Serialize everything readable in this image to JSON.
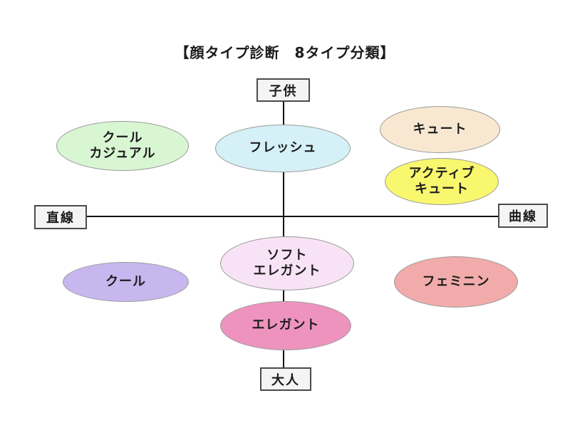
{
  "title": "【顔タイプ診断　8タイプ分類】",
  "axes": {
    "top_label": "子供",
    "bottom_label": "大人",
    "left_label": "直線",
    "right_label": "曲線"
  },
  "types": [
    {
      "name": "cool-casual",
      "label": "クール\nカジュアル",
      "color": "#d9f6d2"
    },
    {
      "name": "fresh",
      "label": "フレッシュ",
      "color": "#d5f1f7"
    },
    {
      "name": "cute",
      "label": "キュート",
      "color": "#f8e8d2"
    },
    {
      "name": "active-cute",
      "label": "アクティブ\nキュート",
      "color": "#f9f76e"
    },
    {
      "name": "cool",
      "label": "クール",
      "color": "#c8b7ee"
    },
    {
      "name": "soft-elegant",
      "label": "ソフト\nエレガント",
      "color": "#f7e3f5"
    },
    {
      "name": "feminine",
      "label": "フェミニン",
      "color": "#f1abaa"
    },
    {
      "name": "elegant",
      "label": "エレガント",
      "color": "#ee93be"
    }
  ],
  "colors": {
    "axis_line": "#111111",
    "ellipse_border": "#9a9a9a",
    "box_background": "#f4f4f4",
    "box_border": "#4a4a4a",
    "text": "#1a1a1a",
    "page_background": "#ffffff"
  }
}
